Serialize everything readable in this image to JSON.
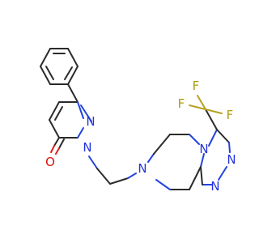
{
  "molecule": {
    "atoms": {
      "n_pyridazine_a": "N",
      "n_pyridazine_b": "N",
      "oxygen": "O",
      "n_piperazine": "N",
      "n_triazole_bridge": "N",
      "n_triazole_a": "N",
      "n_triazole_b": "N",
      "fluorine_top": "F",
      "fluorine_right": "F",
      "fluorine_left": "F"
    },
    "colors": {
      "carbon_bond": "#2b2b2b",
      "nitrogen": "#2233dd",
      "oxygen": "#e01010",
      "fluorine": "#b09a10"
    }
  }
}
